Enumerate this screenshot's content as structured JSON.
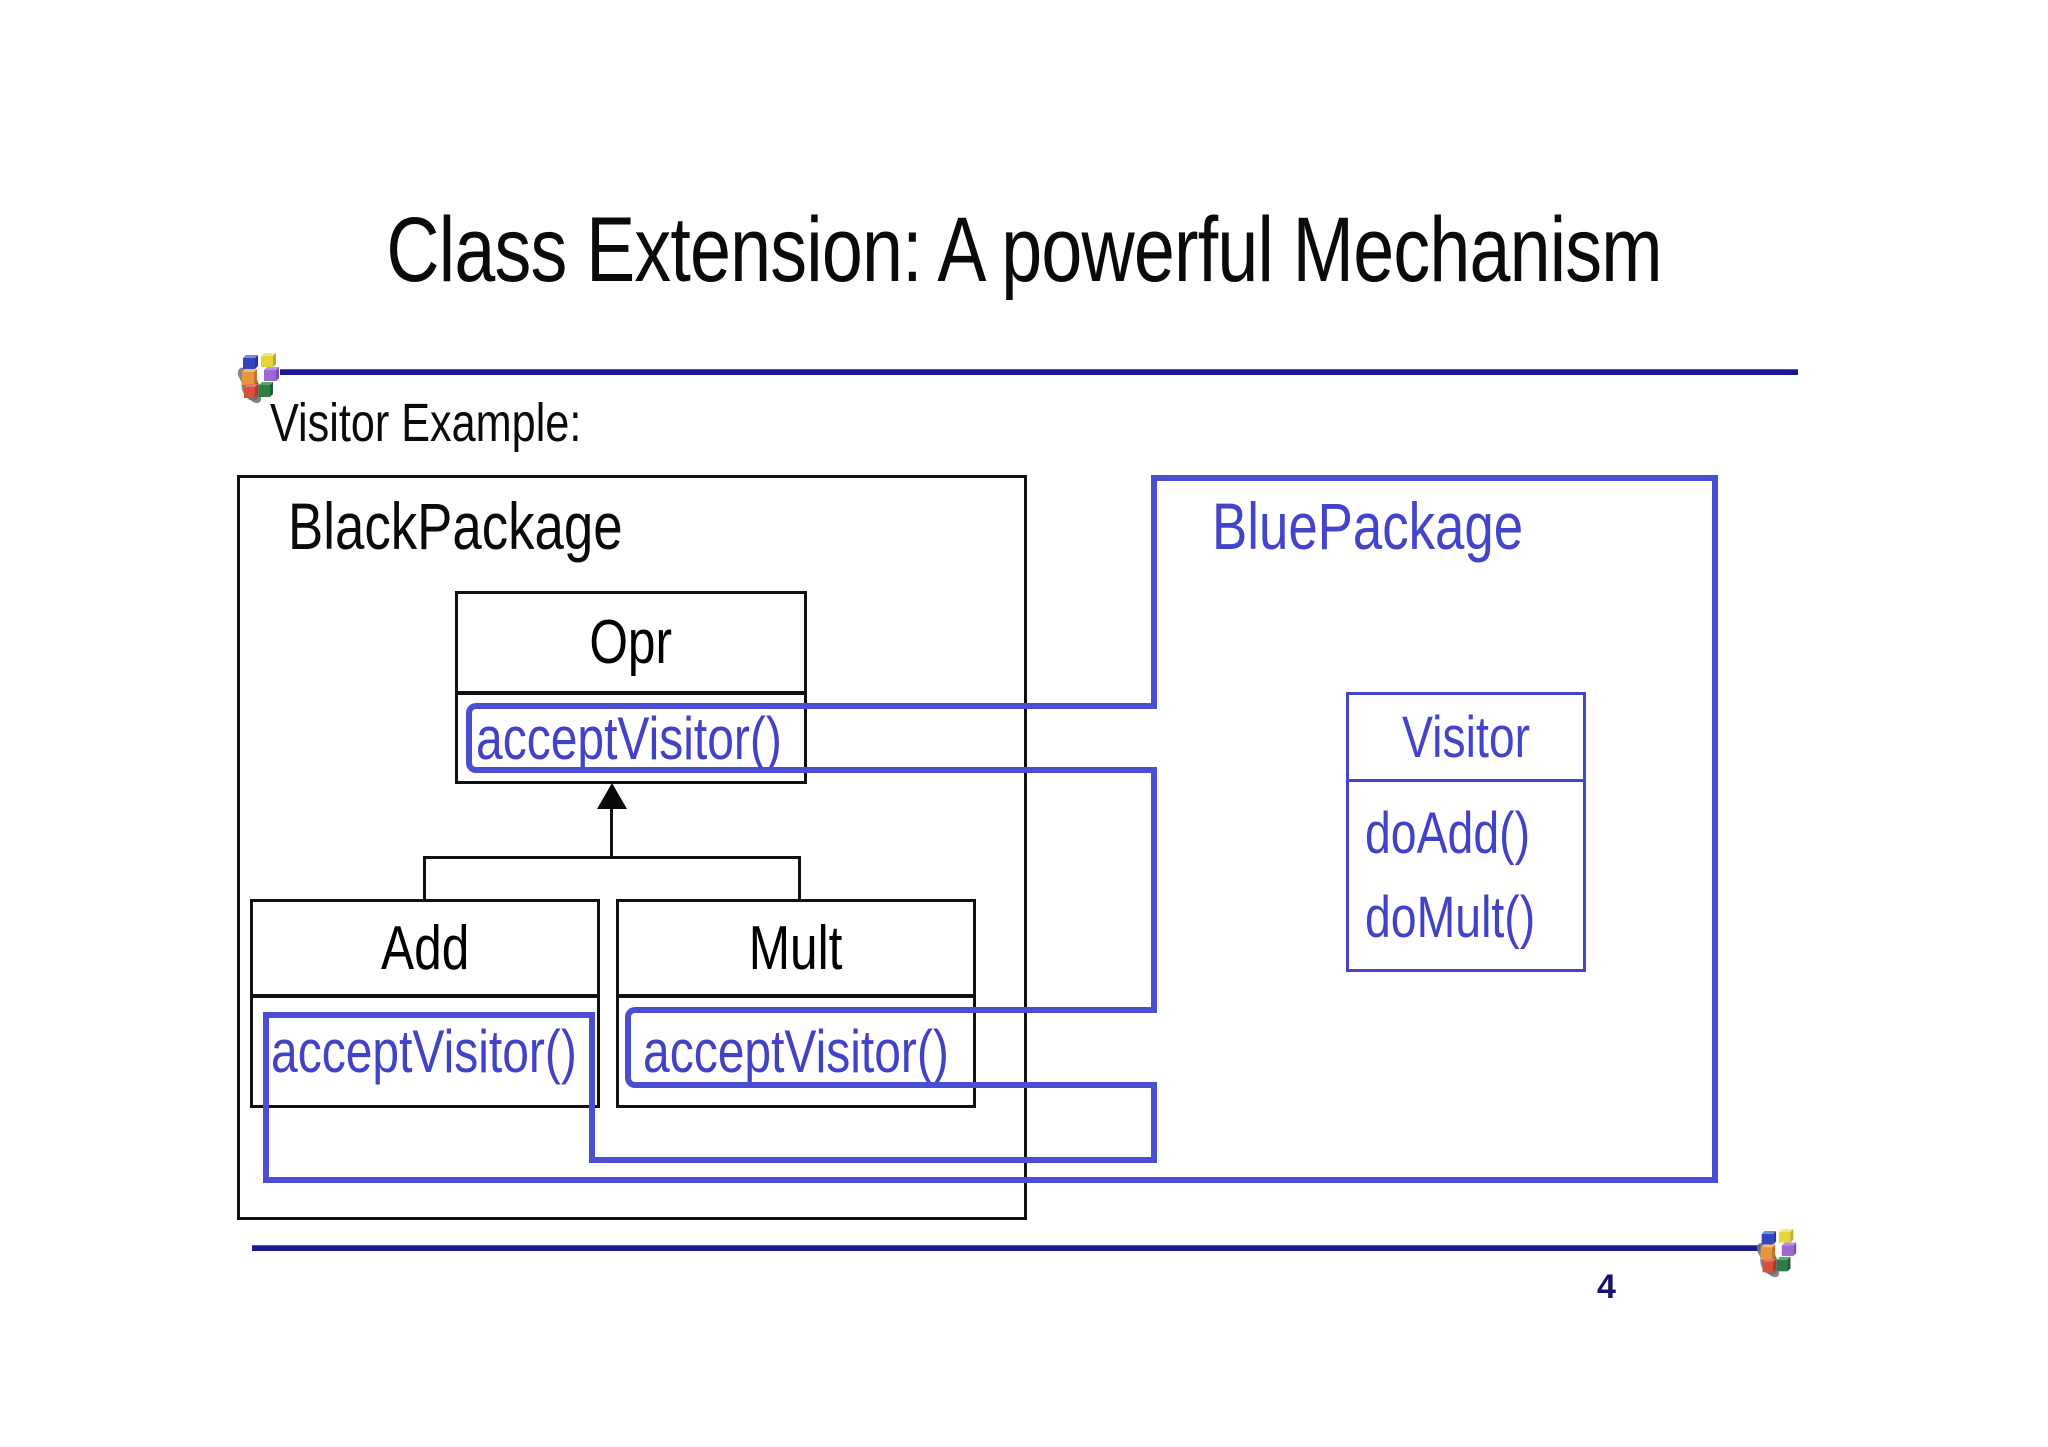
{
  "slide": {
    "title": "Class Extension: A powerful Mechanism",
    "subtitle": "Visitor Example:",
    "page_number": "4",
    "colors": {
      "divider_navy": "#1a1a8e",
      "diagram_blue": "#4c4ed2",
      "blue_text": "#4242c8",
      "black": "#0a0a0a"
    },
    "icons": {
      "logo_top_left": "colored-cubes-logo",
      "logo_bottom_right": "colored-cubes-logo"
    }
  },
  "black_package": {
    "label": "BlackPackage",
    "classes": {
      "opr": {
        "name": "Opr",
        "method": "acceptVisitor()"
      },
      "add": {
        "name": "Add",
        "method": "acceptVisitor()"
      },
      "mult": {
        "name": "Mult",
        "method": "acceptVisitor()"
      }
    }
  },
  "blue_package": {
    "label": "BluePackage",
    "classes": {
      "visitor": {
        "name": "Visitor",
        "methods": [
          "doAdd()",
          "doMult()"
        ]
      }
    }
  }
}
